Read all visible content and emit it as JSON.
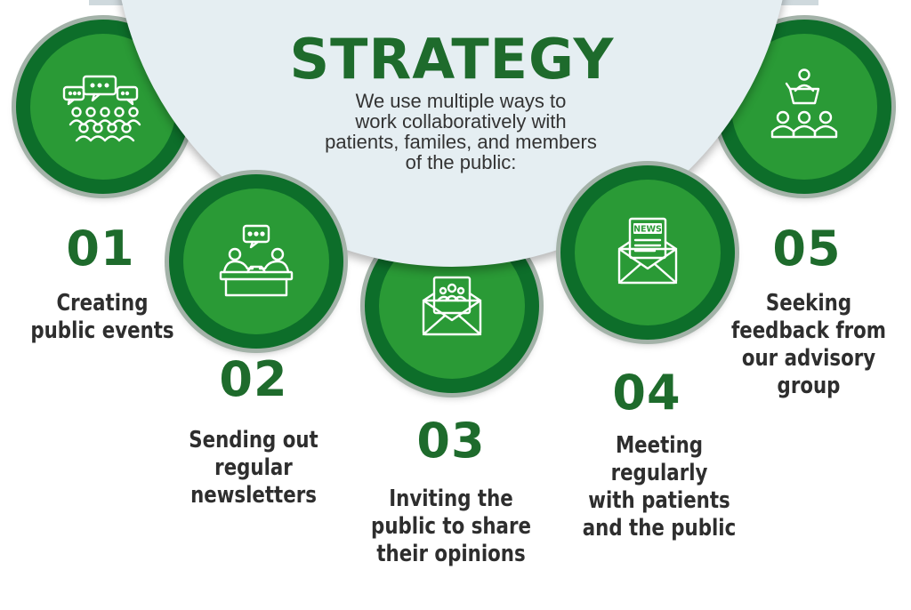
{
  "header": {
    "title": "STRATEGY",
    "subtitle_lines": [
      "We use multiple ways to",
      "work collaboratively with",
      "patients, familes, and members",
      "of the public:"
    ]
  },
  "colors": {
    "dark_green": "#0d6e2a",
    "bright_green": "#2a9a36",
    "heading_green": "#1e6b2c",
    "ring_grey": "#a3b2a8",
    "panel_bg": "#e5eef2",
    "text": "#2e2e2e"
  },
  "steps": [
    {
      "number": "01",
      "icon": "audience-speech-bubbles-icon",
      "label_lines": [
        "Creating",
        "public events"
      ]
    },
    {
      "number": "02",
      "icon": "meeting-table-icon",
      "label_lines": [
        "Sending out",
        "regular",
        "newsletters"
      ]
    },
    {
      "number": "03",
      "icon": "envelope-group-icon",
      "label_lines": [
        "Inviting the",
        "public to share",
        "their opinions"
      ]
    },
    {
      "number": "04",
      "icon": "newsletter-envelope-icon",
      "icon_text": "NEWS",
      "label_lines": [
        "Meeting regularly",
        "with patients",
        "and the public"
      ]
    },
    {
      "number": "05",
      "icon": "presenter-audience-icon",
      "label_lines": [
        "Seeking",
        "feedback from",
        "our advisory",
        "group"
      ]
    }
  ]
}
